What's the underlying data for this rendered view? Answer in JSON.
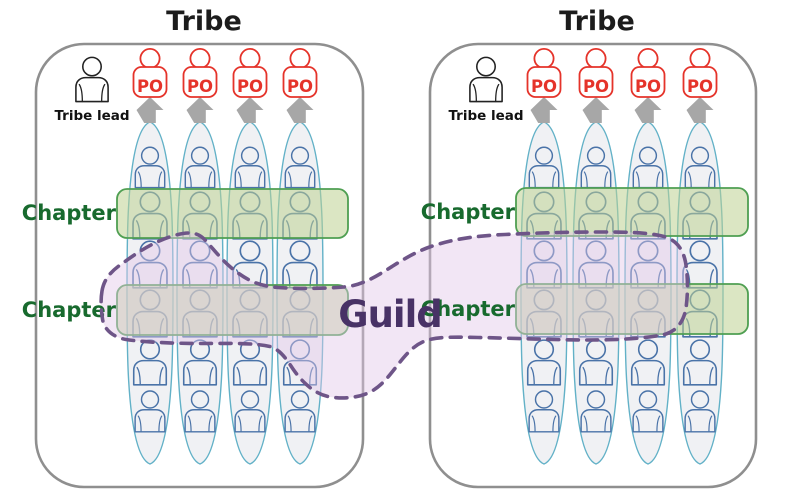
{
  "diagram": {
    "guild": {
      "label": "Guild"
    },
    "tribes": [
      {
        "title": "Tribe",
        "lead": {
          "label": "Tribe lead",
          "icon": "tribe-lead-person-icon"
        },
        "chapters": [
          {
            "label": "Chapter"
          },
          {
            "label": "Chapter"
          }
        ],
        "squads": [
          {
            "po_label": "PO",
            "members": 6
          },
          {
            "po_label": "PO",
            "members": 6
          },
          {
            "po_label": "PO",
            "members": 6
          },
          {
            "po_label": "PO",
            "members": 6
          }
        ]
      },
      {
        "title": "Tribe",
        "lead": {
          "label": "Tribe lead",
          "icon": "tribe-lead-person-icon"
        },
        "chapters": [
          {
            "label": "Chapter"
          },
          {
            "label": "Chapter"
          }
        ],
        "squads": [
          {
            "po_label": "PO",
            "members": 6
          },
          {
            "po_label": "PO",
            "members": 6
          },
          {
            "po_label": "PO",
            "members": 6
          },
          {
            "po_label": "PO",
            "members": 6
          }
        ]
      }
    ]
  },
  "colors": {
    "tribe_border": "#8f8f8f",
    "title_text": "#1c1c1c",
    "po_red": "#e5332a",
    "arrow_gray": "#a7a7a7",
    "pod_outline_teal": "#62b1c7",
    "pod_fill": "#f0f1f4",
    "person_blue": "#4a73a8",
    "chapter_border_green": "#4f9f52",
    "chapter_fill_green": "#bed191",
    "chapter_text_green": "#186a2e",
    "guild_outline_purple": "#6e5588",
    "guild_fill_lavender": "#e2c7e9",
    "guild_text_purple": "#483266",
    "lead_black": "#222222"
  },
  "icons": {
    "po": "product-owner-icon",
    "arrow": "arrow-up-icon",
    "member": "team-member-person-icon",
    "pod": "squad-ellipse"
  }
}
